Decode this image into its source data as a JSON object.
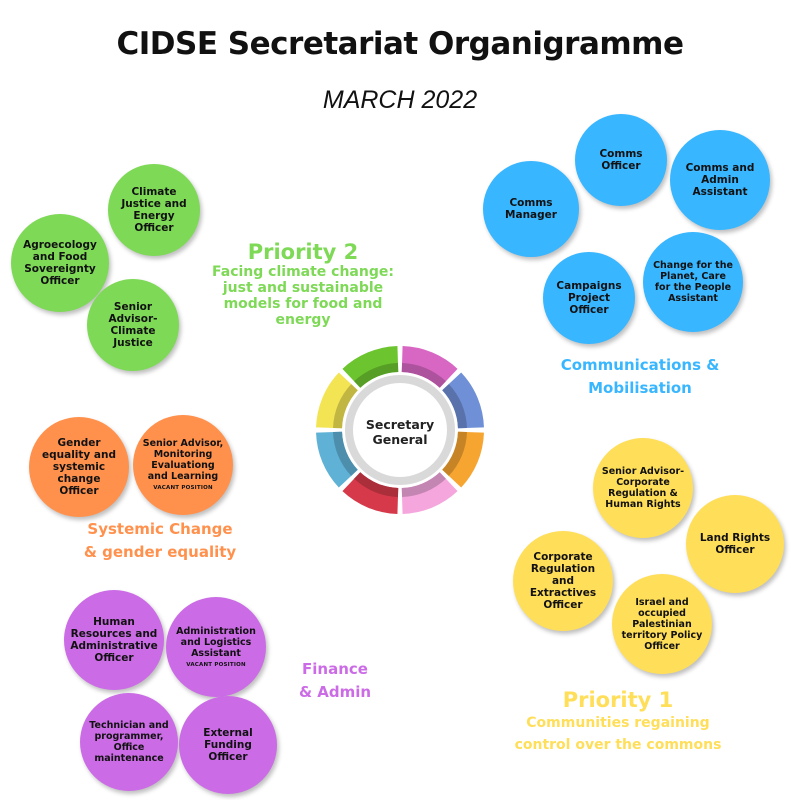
{
  "header": {
    "title": "CIDSE Secretariat Organigramme",
    "subtitle": "MARCH 2022"
  },
  "center": {
    "label_line1": "Secretary",
    "label_line2": "General"
  },
  "groups": {
    "priority2": {
      "heading": "Priority 2",
      "description": [
        "Facing climate change:",
        "just and sustainable",
        "models for food and",
        "energy"
      ],
      "color": "#7ed957",
      "roles": [
        {
          "title": "Climate Justice and Energy Officer"
        },
        {
          "title": "Agroecology and Food Sovereignty Officer"
        },
        {
          "title": "Senior Advisor-Climate Justice"
        }
      ]
    },
    "communications": {
      "name": [
        "Communications &",
        "Mobilisation"
      ],
      "color": "#38b6ff",
      "roles": [
        {
          "title": "Comms Officer"
        },
        {
          "title": "Comms and Admin Assistant"
        },
        {
          "title": "Comms Manager"
        },
        {
          "title": "Campaigns Project Officer"
        },
        {
          "title": "Change for the Planet, Care for the People Assistant"
        }
      ]
    },
    "systemic": {
      "name": [
        "Systemic Change",
        "& gender equality"
      ],
      "color": "#ff914d",
      "roles": [
        {
          "title": "Gender equality and systemic change Officer"
        },
        {
          "title": "Senior Advisor, Monitoring Evaluationg and Learning",
          "note": "VACANT POSITION"
        }
      ]
    },
    "priority1": {
      "heading": "Priority 1",
      "description": [
        "Communities regaining",
        "control over the commons"
      ],
      "color": "#ffde59",
      "roles": [
        {
          "title": "Senior Advisor-Corporate Regulation & Human Rights"
        },
        {
          "title": "Land Rights Officer"
        },
        {
          "title": "Corporate Regulation and Extractives Officer"
        },
        {
          "title": "Israel and occupied Palestinian territory Policy Officer"
        }
      ]
    },
    "finance": {
      "name": [
        "Finance",
        "& Admin"
      ],
      "color": "#cb6ce6",
      "roles": [
        {
          "title": "Human Resources and Administrative Officer"
        },
        {
          "title": "Administration and Logistics Assistant",
          "note": "VACANT POSITION"
        },
        {
          "title": "Technician and programmer, Office maintenance"
        },
        {
          "title": "External Funding Officer"
        }
      ]
    }
  },
  "wheel_colors": [
    "#d867c3",
    "#6f8fd6",
    "#f7a531",
    "#f4a6dd",
    "#d63a4a",
    "#5fb2d6",
    "#f3e454",
    "#6cc52e"
  ]
}
